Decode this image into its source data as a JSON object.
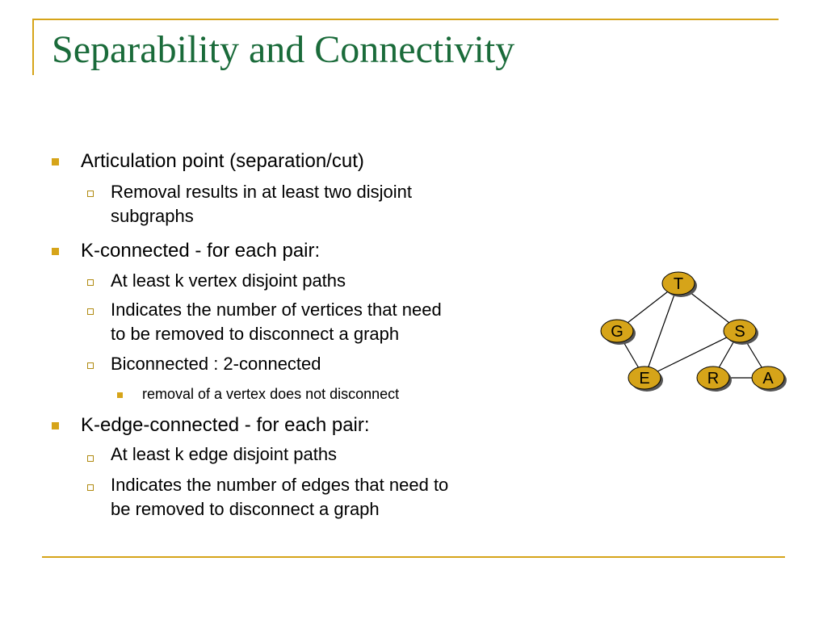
{
  "slide": {
    "title": "Separability and Connectivity"
  },
  "bullets": [
    {
      "level": 1,
      "text": "Articulation point (separation/cut)"
    },
    {
      "level": 2,
      "text": "Removal results in at least two disjoint"
    },
    {
      "level": 2,
      "cont": true,
      "text": "subgraphs"
    },
    {
      "level": 1,
      "text": "K-connected  - for each pair:"
    },
    {
      "level": 2,
      "text": "At least k vertex disjoint paths"
    },
    {
      "level": 2,
      "text": "Indicates the number of vertices that need"
    },
    {
      "level": 2,
      "cont": true,
      "text": "to be removed to disconnect a graph"
    },
    {
      "level": 2,
      "text": "Biconnected : 2-connected"
    },
    {
      "level": 3,
      "text": "removal of a vertex does not disconnect"
    },
    {
      "level": 1,
      "text": "K-edge-connected  - for each pair:"
    },
    {
      "level": 2,
      "text": "At least k edge disjoint paths"
    },
    {
      "level": 2,
      "text": "Indicates the number of edges that need to"
    },
    {
      "level": 2,
      "cont": true,
      "text": "be removed to disconnect a graph"
    }
  ],
  "graph": {
    "node_color": "#d6a419",
    "shadow_color": "#555555",
    "nodes": [
      {
        "id": "T",
        "label": "T"
      },
      {
        "id": "G",
        "label": "G"
      },
      {
        "id": "S",
        "label": "S"
      },
      {
        "id": "E",
        "label": "E"
      },
      {
        "id": "R",
        "label": "R"
      },
      {
        "id": "A",
        "label": "A"
      }
    ],
    "edges": [
      [
        "T",
        "G"
      ],
      [
        "T",
        "S"
      ],
      [
        "T",
        "E"
      ],
      [
        "G",
        "E"
      ],
      [
        "E",
        "S"
      ],
      [
        "S",
        "R"
      ],
      [
        "S",
        "A"
      ],
      [
        "R",
        "A"
      ]
    ]
  },
  "colors": {
    "title": "#1a6b3a",
    "accent": "#d6a419"
  }
}
